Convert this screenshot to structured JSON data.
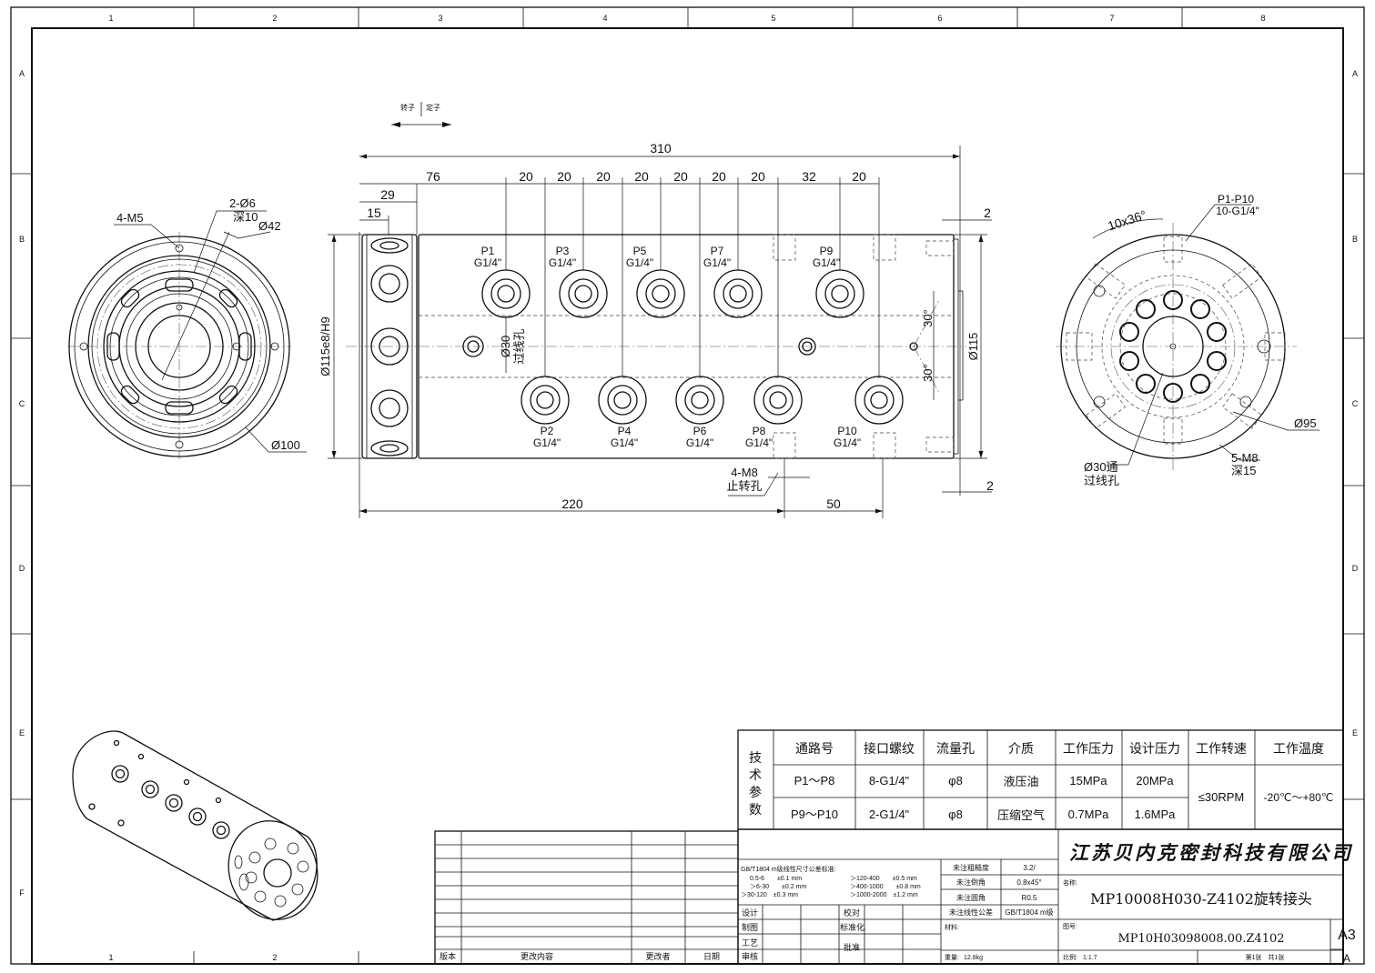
{
  "frame": {
    "columns": [
      "1",
      "2",
      "3",
      "4",
      "5",
      "6",
      "7",
      "8"
    ],
    "rows": [
      "A",
      "B",
      "C",
      "D",
      "E",
      "F"
    ]
  },
  "direction_note": {
    "rotor": "转子",
    "stator": "定子"
  },
  "side_view_labels": {
    "dims": {
      "overall": "310",
      "d76": "76",
      "d29": "29",
      "d15": "15",
      "pitches": [
        "20",
        "20",
        "20",
        "20",
        "20",
        "20",
        "20",
        "32",
        "20"
      ],
      "d2_top": "2",
      "d2_bottom": "2",
      "d220": "220",
      "d50": "50",
      "angle_top": "30°",
      "angle_bottom": "30°"
    },
    "top_ports": [
      {
        "name": "P1",
        "thread": "G1/4\""
      },
      {
        "name": "P3",
        "thread": "G1/4\""
      },
      {
        "name": "P5",
        "thread": "G1/4\""
      },
      {
        "name": "P7",
        "thread": "G1/4\""
      },
      {
        "name": "P9",
        "thread": "G1/4\""
      }
    ],
    "bottom_ports": [
      {
        "name": "P2",
        "thread": "G1/4\""
      },
      {
        "name": "P4",
        "thread": "G1/4\""
      },
      {
        "name": "P6",
        "thread": "G1/4\""
      },
      {
        "name": "P8",
        "thread": "G1/4\""
      },
      {
        "name": "P10",
        "thread": "G1/4\""
      }
    ],
    "bore_dia": "Ø115e8/H9",
    "body_dia": "Ø115",
    "wire_hole": {
      "line1": "Ø30",
      "line2": "过线孔"
    },
    "stop_hole": {
      "line1": "4-M8",
      "line2": "止转孔"
    }
  },
  "left_view_labels": {
    "m5": "4-M5",
    "holes6": "2-Ø6",
    "depth10": "深10",
    "dia42": "Ø42",
    "dia100": "Ø100"
  },
  "right_view_labels": {
    "ports_line1": "P1-P10",
    "ports_line2": "10-G1/4\"",
    "angle": "10x36°",
    "dia95": "Ø95",
    "m8": "5-M8",
    "depth15": "深15",
    "wire_line1": "Ø30通",
    "wire_line2": "过线孔"
  },
  "tech_table": {
    "side_label": "技术参数",
    "headers": [
      "通路号",
      "接口螺纹",
      "流量孔",
      "介质",
      "工作压力",
      "设计压力",
      "工作转速",
      "工作温度"
    ],
    "rows": [
      [
        "P1～P8",
        "8-G1/4\"",
        "φ8",
        "液压油",
        "15MPa",
        "20MPa"
      ],
      [
        "P9～P10",
        "2-G1/4\"",
        "φ8",
        "压缩空气",
        "0.7MPa",
        "1.6MPa"
      ]
    ],
    "speed": "≤30RPM",
    "temperature": "-20℃～+80℃"
  },
  "title_block": {
    "company": "江苏贝内克密封科技有限公司",
    "name_label": "名称:",
    "part_name": "MP10008H030-Z4102旋转接头",
    "drawing_no_label": "图号:",
    "drawing_no": "MP10H03098008.00.Z4102",
    "sheet_size": "A3",
    "revision": "A",
    "scale_label": "比例:",
    "scale": "1:1.7",
    "sheet_info": "第1张　共1张",
    "weight_label": "重量:",
    "weight": "12.8kg",
    "material_label": "材料:",
    "tol_title": "GB/T1804 m级线性尺寸公差标准:",
    "tolerances_left": [
      "0.5-6　　±0.1 mm",
      "＞6-30　　±0.2 mm",
      "＞30-120　±0.3 mm"
    ],
    "tolerances_right": [
      "＞120-400　　±0.5 mm",
      "＞400-1000　　±0.8 mm",
      "＞1000-2000　±1.2 mm"
    ],
    "unspecified": [
      {
        "label": "未注粗糙度",
        "value": "3.2/"
      },
      {
        "label": "未注倒角",
        "value": "0.8x45°"
      },
      {
        "label": "未注圆角",
        "value": "R0.5"
      },
      {
        "label": "未注线性公差",
        "value": "GB/T1804 m级"
      }
    ],
    "roles": [
      "设计",
      "制图",
      "工艺",
      "审核"
    ],
    "roles_mid": [
      "校对",
      "标准化",
      "批准"
    ],
    "revision_headers": [
      "版本",
      "更改内容",
      "更改者",
      "日期"
    ]
  }
}
